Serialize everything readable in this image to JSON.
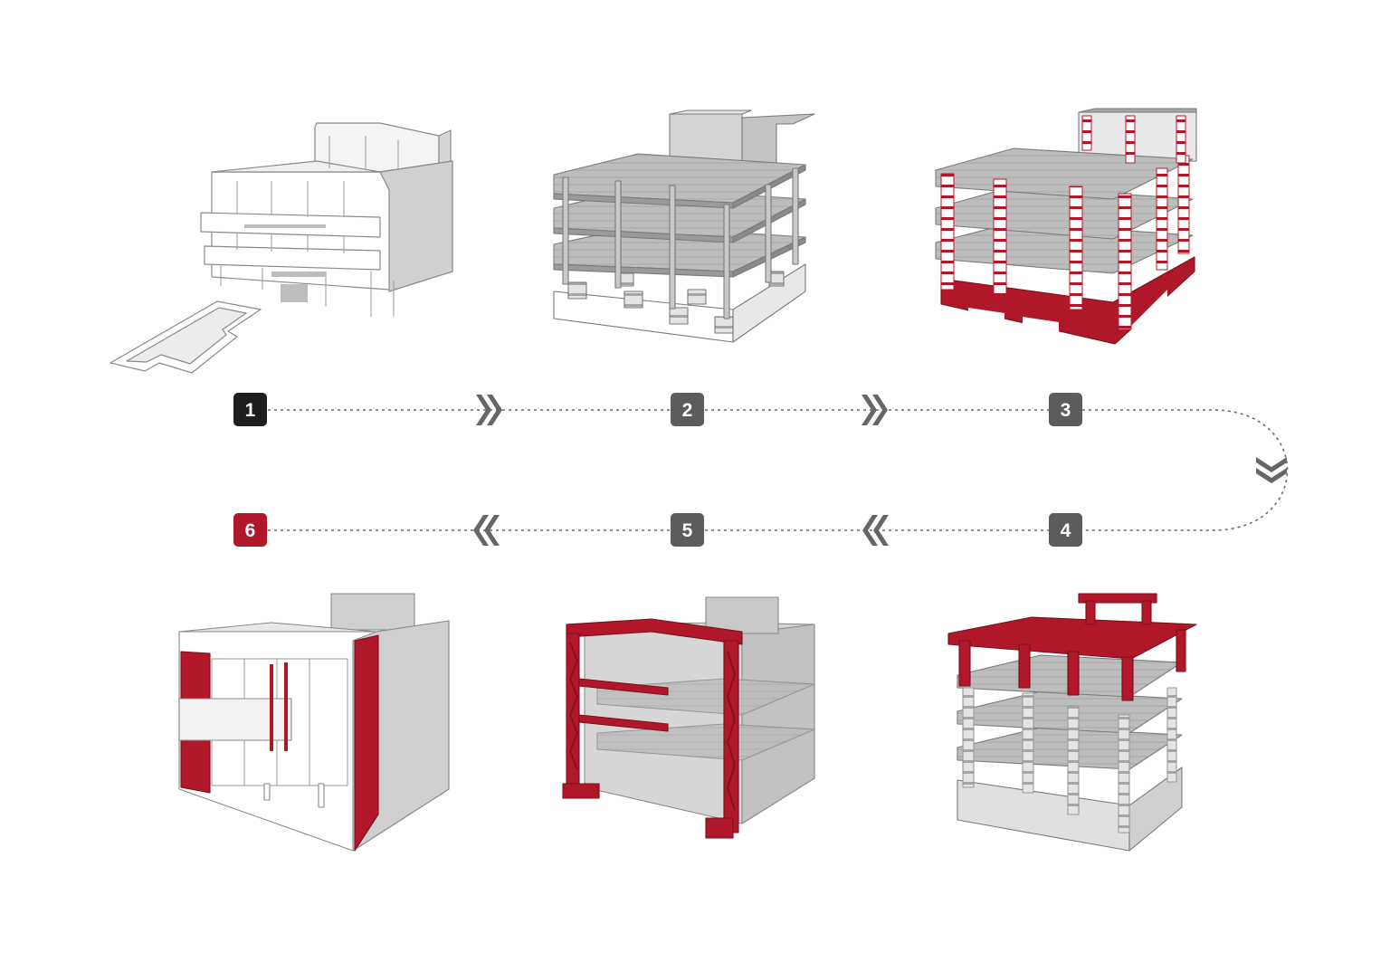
{
  "colors": {
    "accent": "#b0182a",
    "dark_badge": "#1e1e1e",
    "grey_badge": "#5c5c5c",
    "connector": "#6a6a6a",
    "model_grey": "#b9b9b9",
    "model_light": "#dcdcdc",
    "outline": "#7a7a7a"
  },
  "steps": [
    {
      "label": "1",
      "badge_color": "dark",
      "model": "existing-building-outline",
      "highlight": "none"
    },
    {
      "label": "2",
      "badge_color": "grey",
      "model": "structural-frame",
      "highlight": "none"
    },
    {
      "label": "3",
      "badge_color": "grey",
      "model": "column-reinforcement-and-footings",
      "highlight": "columns-footings"
    },
    {
      "label": "4",
      "badge_color": "grey",
      "model": "roof-slab-and-top-columns",
      "highlight": "top-floor"
    },
    {
      "label": "5",
      "badge_color": "grey",
      "model": "steel-portal-frame",
      "highlight": "portal-frame"
    },
    {
      "label": "6",
      "badge_color": "accent",
      "model": "finished-facade",
      "highlight": "facade-side-walls"
    }
  ],
  "arrows": [
    {
      "between": "1-2",
      "direction": "right",
      "icon": "double-chevron-right-icon"
    },
    {
      "between": "2-3",
      "direction": "right",
      "icon": "double-chevron-right-icon"
    },
    {
      "between": "3-4",
      "direction": "down",
      "icon": "double-chevron-down-icon"
    },
    {
      "between": "4-5",
      "direction": "left",
      "icon": "double-chevron-left-icon"
    },
    {
      "between": "5-6",
      "direction": "left",
      "icon": "double-chevron-left-icon"
    }
  ]
}
